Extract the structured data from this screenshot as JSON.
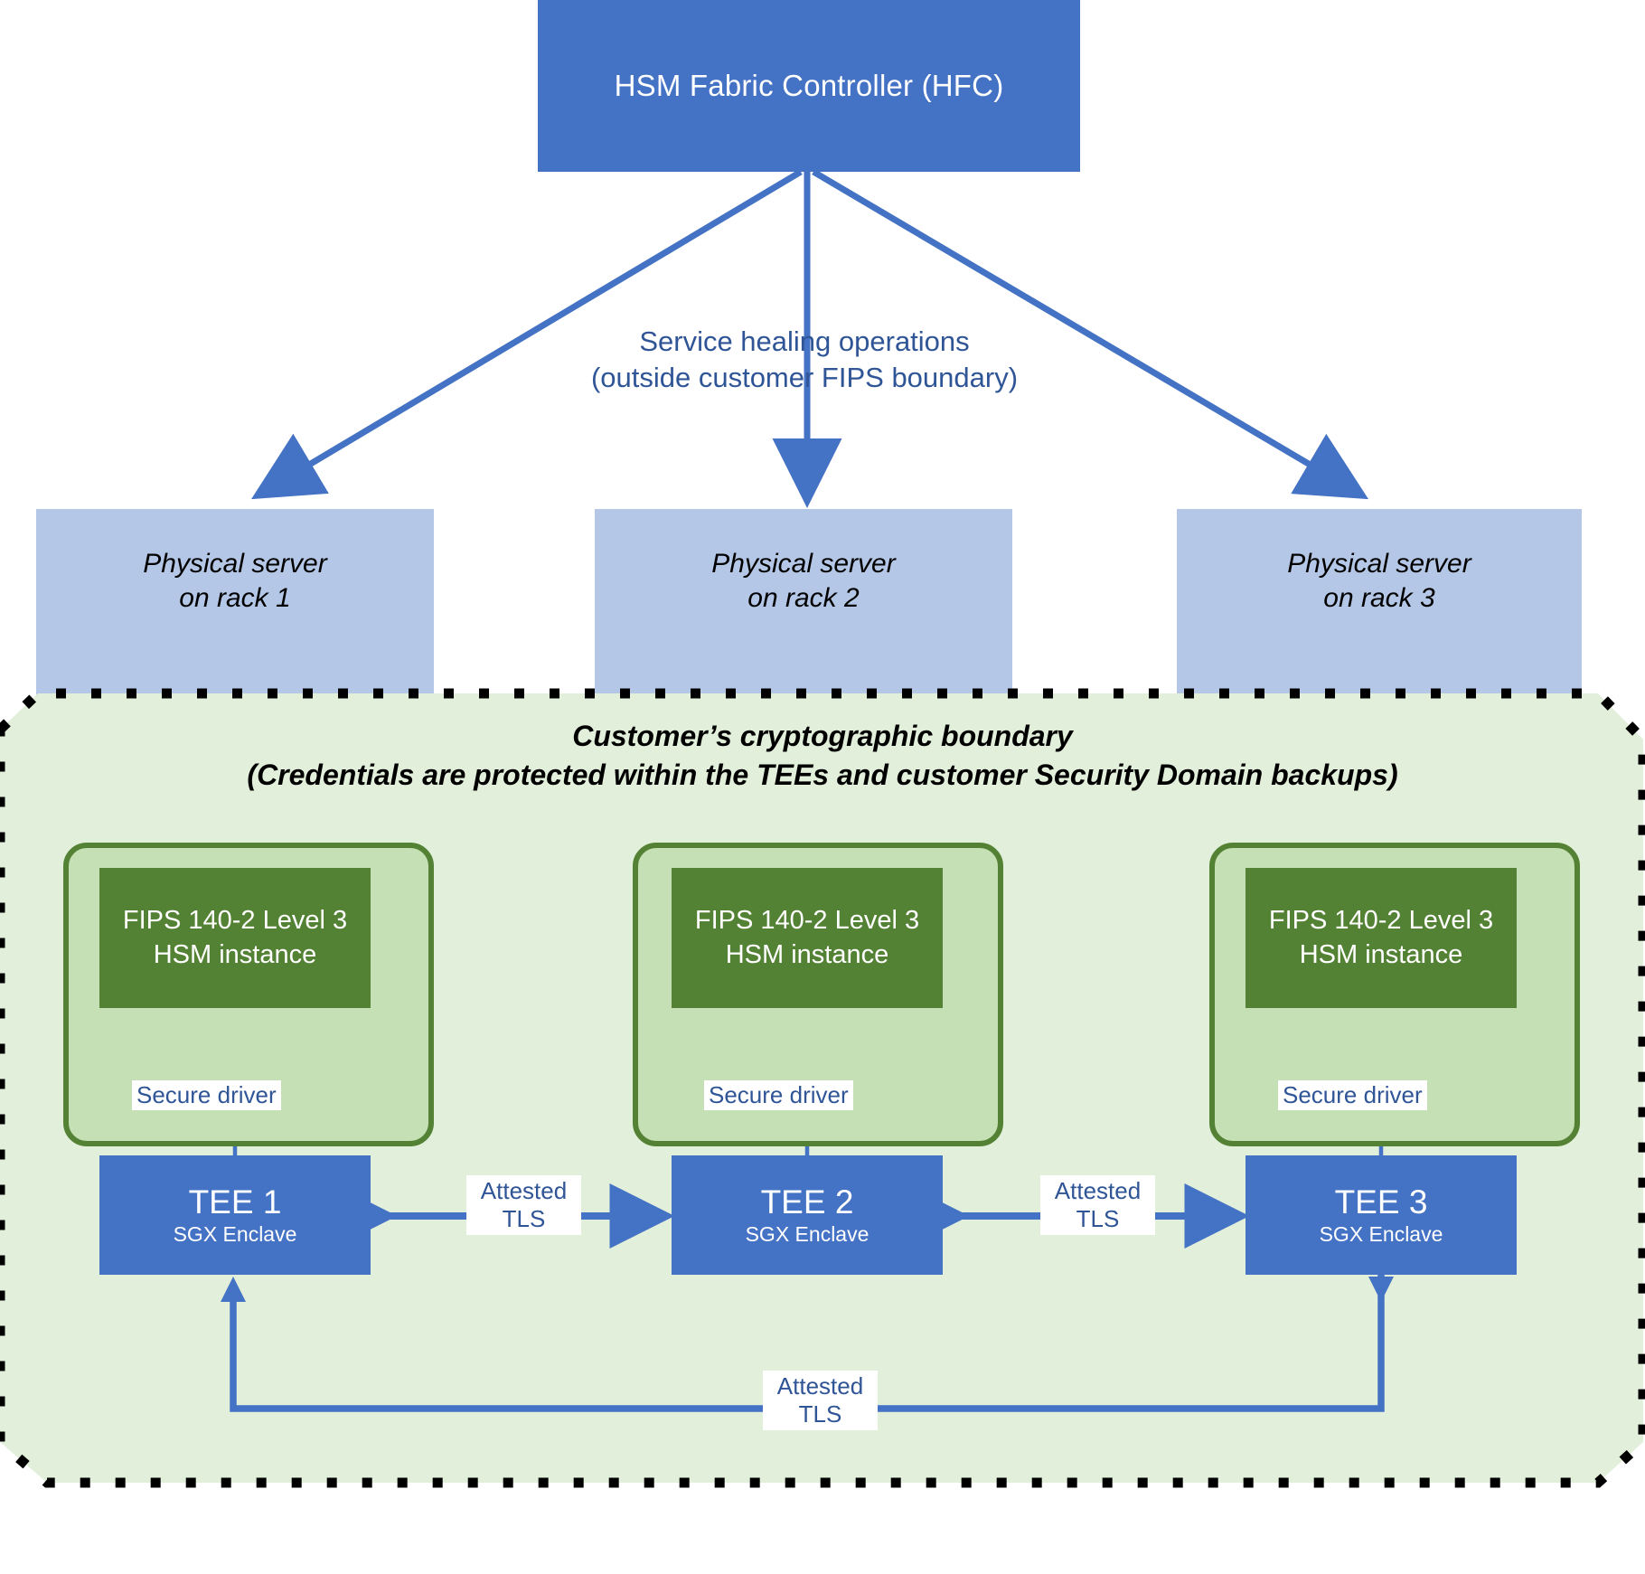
{
  "diagram": {
    "title": "Azure Managed HSM / HSM Fabric Controller architecture",
    "colors": {
      "blue": "#4472C4",
      "light_blue": "#B4C7E7",
      "dark_green": "#548235",
      "mid_green": "#C5E0B4",
      "pale_green": "#E2EFDA",
      "label_text_blue": "#2F5597",
      "boundary_dash": "#000000"
    }
  },
  "controller": {
    "label": "HSM Fabric Controller (HFC)"
  },
  "flow": {
    "healing_line1": "Service healing operations",
    "healing_line2": "(outside customer FIPS boundary)"
  },
  "servers": [
    {
      "line1": "Physical server",
      "line2": "on rack 1"
    },
    {
      "line1": "Physical server",
      "line2": "on rack 2"
    },
    {
      "line1": "Physical server",
      "line2": "on rack 3"
    }
  ],
  "boundary": {
    "title": "Customer’s cryptographic boundary",
    "subtitle": "(Credentials are protected within the TEEs and customer Security Domain backups)"
  },
  "nodes": [
    {
      "hsm_line1": "FIPS 140-2 Level 3",
      "hsm_line2": "HSM instance",
      "driver_label": "Secure driver",
      "tee_title": "TEE 1",
      "tee_sub": "SGX Enclave"
    },
    {
      "hsm_line1": "FIPS 140-2 Level 3",
      "hsm_line2": "HSM instance",
      "driver_label": "Secure driver",
      "tee_title": "TEE 2",
      "tee_sub": "SGX Enclave"
    },
    {
      "hsm_line1": "FIPS 140-2 Level 3",
      "hsm_line2": "HSM instance",
      "driver_label": "Secure driver",
      "tee_title": "TEE 3",
      "tee_sub": "SGX Enclave"
    }
  ],
  "links": [
    {
      "line1": "Attested",
      "line2": "TLS"
    },
    {
      "line1": "Attested",
      "line2": "TLS"
    },
    {
      "line1": "Attested",
      "line2": "TLS"
    }
  ]
}
